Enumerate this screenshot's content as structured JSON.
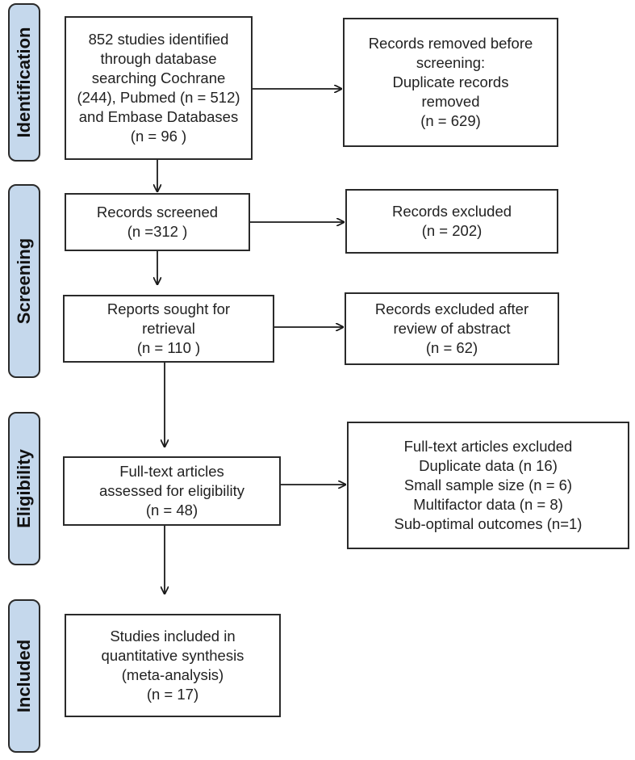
{
  "phases": {
    "identification": "Identification",
    "screening": "Screening",
    "eligibility": "Eligibility",
    "included": "Included"
  },
  "boxes": {
    "identified": [
      "852 studies identified",
      "through database",
      "searching Cochrane",
      "(244), Pubmed  (n = 512)",
      "and Embase Databases",
      "(n = 96 )"
    ],
    "removed": [
      "Records removed before",
      "screening:",
      "Duplicate records",
      "removed",
      "(n = 629)"
    ],
    "screened": [
      "Records screened",
      "(n =312 )"
    ],
    "excluded": [
      "Records excluded",
      "(n = 202)"
    ],
    "sought": [
      "Reports sought for",
      "retrieval",
      "(n = 110 )"
    ],
    "excluded_abstract": [
      "Records excluded after",
      "review of abstract",
      "(n = 62)"
    ],
    "assessed": [
      "Full-text articles",
      "assessed for eligibility",
      "(n = 48)"
    ],
    "fulltext_excluded": [
      "Full-text articles excluded",
      "Duplicate data (n 16)",
      "Small sample size (n = 6)",
      "Multifactor data (n = 8)",
      "Sub-optimal outcomes (n=1)"
    ],
    "included": [
      "Studies included in",
      "quantitative synthesis",
      "(meta-analysis)",
      "(n = 17)"
    ]
  }
}
